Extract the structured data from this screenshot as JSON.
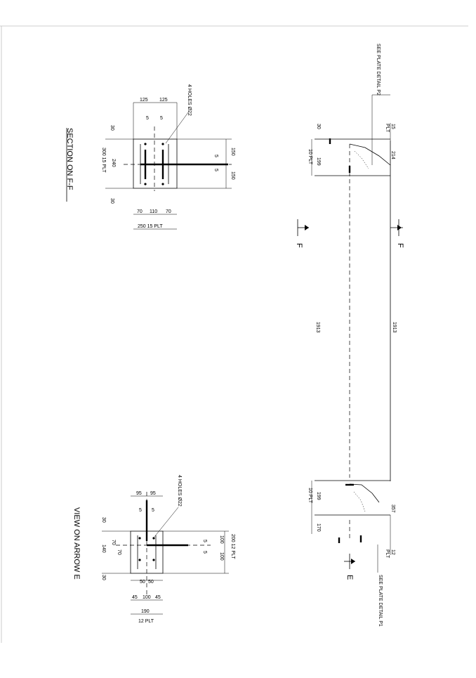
{
  "elevation": {
    "top_note": "SEE PLATE DETAIL P2",
    "bottom_note": "SEE PLATE DETAIL P1",
    "dims": {
      "top_plate_thk": "15",
      "top_plate_unit": "PLT",
      "top_stub": "214",
      "span_right": "1913",
      "span_left": "1913",
      "bottom_stub": "357",
      "bottom_plate_thk": "12",
      "bottom_plate_unit": "PLT",
      "top_gap": "30",
      "top_plate_a": "199",
      "top_plate_b": "10 PLT",
      "bottom_plate_a": "199",
      "bottom_plate_b": "10 PLT",
      "bottom_gap": "170"
    },
    "section_marks": {
      "f": "F",
      "e": "E"
    }
  },
  "section_ff": {
    "title": "SECTION ON F-F",
    "holes_note": "4 HOLES Ø22",
    "dims": {
      "top_a": "125",
      "top_b": "125",
      "gap_a": "5",
      "gap_b": "5",
      "edge_top": "30",
      "edge_bottom": "30",
      "plate_height": "300 15 PLT",
      "inner": "240",
      "right_a": "150",
      "right_b": "150",
      "right_gap_a": "5",
      "right_gap_b": "5",
      "bot_a": "70",
      "bot_b": "110",
      "bot_c": "70",
      "bot_total": "250 15 PLT"
    }
  },
  "view_e": {
    "title": "VIEW ON ARROW E",
    "holes_note": "4 HOLES Ø22",
    "dims": {
      "top_a": "95",
      "top_b": "95",
      "gap_a": "5",
      "gap_b": "5",
      "edge_top": "30",
      "edge_bottom": "30",
      "inner": "140",
      "inner_a": "70",
      "inner_b": "70",
      "right_plate": "200 12 PLT",
      "right_a": "100",
      "right_b": "100",
      "right_gap_a": "5",
      "right_gap_b": "5",
      "mid_a": "50",
      "mid_b": "50",
      "bot_a": "45",
      "bot_b": "100",
      "bot_c": "45",
      "bot_total": "190",
      "bot_plate": "12 PLT"
    }
  }
}
